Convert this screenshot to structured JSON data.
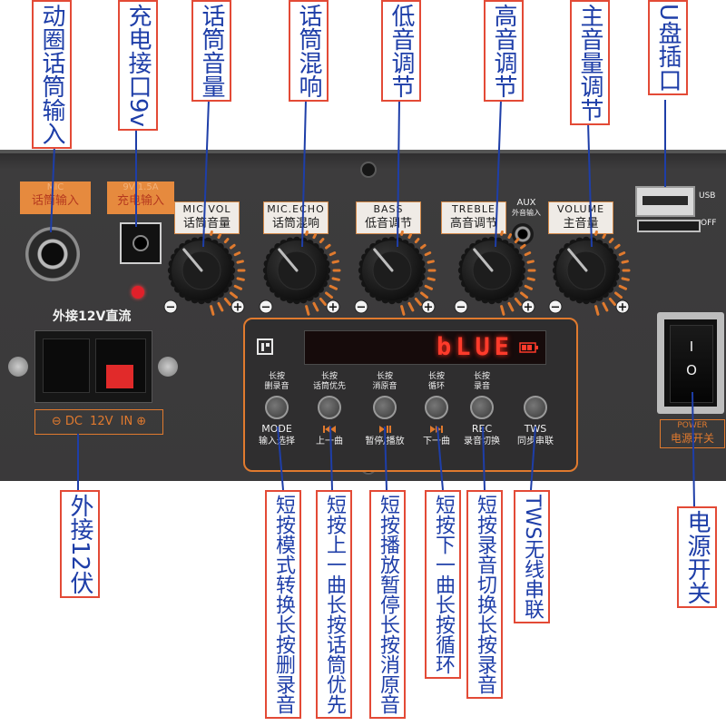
{
  "callouts": {
    "top": [
      "动圈话筒输入",
      "充电接口9v",
      "话筒音量",
      "话筒混响",
      "低音调节",
      "高音调节",
      "主音量调节",
      "U盘插口"
    ],
    "left": "外接12伏",
    "right": "电源开关",
    "bottom": [
      "短按模式转换长按删录音",
      "短按上一曲长按话筒优先",
      "短按播放暂停长按消原音",
      "短按下一曲长按循环",
      "短按录音切换长按录音",
      "TWS无线串联"
    ]
  },
  "panel": {
    "mic_input": {
      "en": "MIC",
      "cn": "话筒输入"
    },
    "charge_input": {
      "en": "9V 1.5A",
      "cn": "充电输入"
    },
    "knobs": [
      {
        "en": "MIC VOL",
        "cn": "话筒音量",
        "minus": "−",
        "plus": "+"
      },
      {
        "en": "MIC.ECHO",
        "cn": "话筒混响",
        "minus": "−",
        "plus": "+"
      },
      {
        "en": "BASS",
        "cn": "低音调节",
        "minus": "−",
        "plus": "+"
      },
      {
        "en": "TREBLE",
        "cn": "高音调节",
        "minus": "−",
        "plus": "+"
      },
      {
        "en": "VOLUME",
        "cn": "主音量",
        "minus": "−",
        "plus": "+"
      }
    ],
    "aux": {
      "en": "AUX",
      "cn": "外音输入"
    },
    "usb_label": "USB",
    "tf_label": "OFF",
    "external_power_title": "外接12V直流",
    "dc_label": {
      "minus": "⊖",
      "dc": "DC",
      "voltage": "12V",
      "in": "IN",
      "plus": "⊕"
    },
    "display": {
      "text": "bLUE"
    },
    "buttons": [
      {
        "hint_1": "长按",
        "hint_2": "删录音",
        "name": "MODE",
        "label": "输入选择"
      },
      {
        "hint_1": "长按",
        "hint_2": "话筒优先",
        "icon": "prev-track-icon",
        "label": "上一曲"
      },
      {
        "hint_1": "长按",
        "hint_2": "消原音",
        "icon": "play-pause-icon",
        "label": "暂停/播放"
      },
      {
        "hint_1": "长按",
        "hint_2": "循环",
        "icon": "next-track-icon",
        "label": "下一曲"
      },
      {
        "hint_1": "长按",
        "hint_2": "录音",
        "name": "REC",
        "label": "录音切换"
      },
      {
        "hint_1": "",
        "hint_2": "",
        "name": "TWS",
        "label": "同步串联"
      }
    ],
    "power_switch": {
      "on_mark": "I",
      "off_mark": "O"
    },
    "power_label": {
      "en": "POWER",
      "cn": "电源开关"
    }
  },
  "colors": {
    "accent": "#e07a2e",
    "display_red": "#ff3b2b",
    "callout_text": "#1e3ea8",
    "callout_border": "#e34a36",
    "terminal_red": "#e12a2a"
  }
}
